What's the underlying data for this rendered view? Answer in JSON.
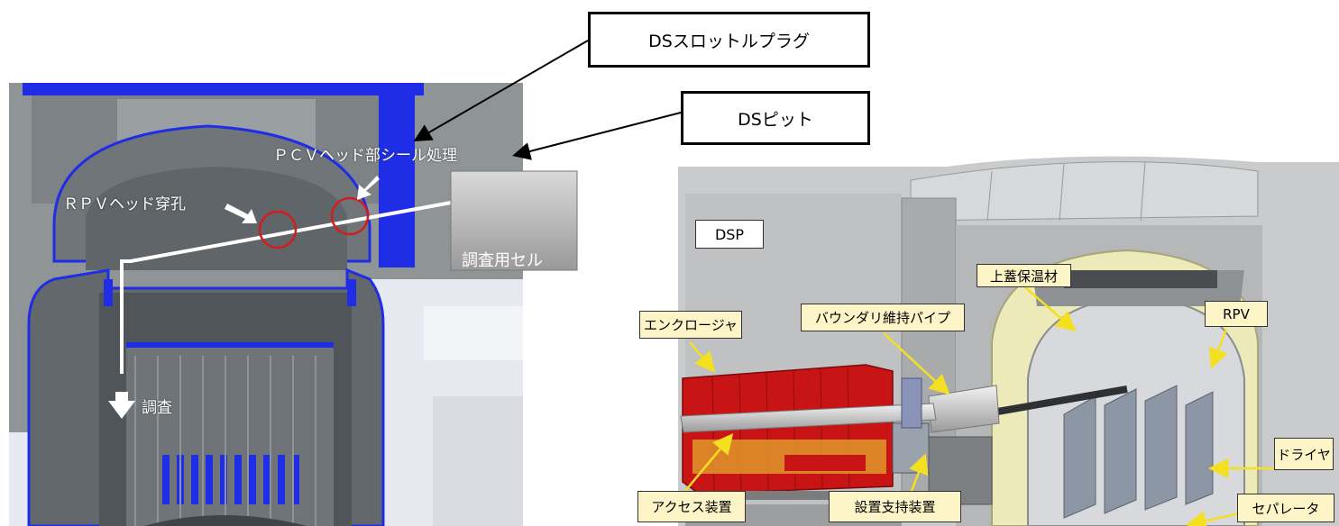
{
  "callouts": {
    "ds_slot_plug": "DSスロットルプラグ",
    "ds_pit": "DSピット"
  },
  "left_view": {
    "pcv_head_seal": "ＰＣＶヘッド部シール処理",
    "rpv_head_drill": "ＲＰＶヘッド穿孔",
    "survey_cell": "調査用セル",
    "survey": "調査"
  },
  "right_view": {
    "dsp": "DSP",
    "upper_lid_insulation": "上蓋保温材",
    "rpv": "RPV",
    "enclosure": "エンクロージャ",
    "boundary_pipe": "バウンダリ維持パイプ",
    "dryer": "ドライヤ",
    "access_device": "アクセス装置",
    "install_support": "設置支持装置",
    "separator": "セパレータ"
  },
  "colors": {
    "blue": "#1f2ee6",
    "pcv_gray": "#6f7578",
    "bg_gray": "#8f9496",
    "enclosure_red": "#c81414",
    "label_yellow": "#fdf5c8",
    "arrow_yellow": "#f4e020"
  }
}
